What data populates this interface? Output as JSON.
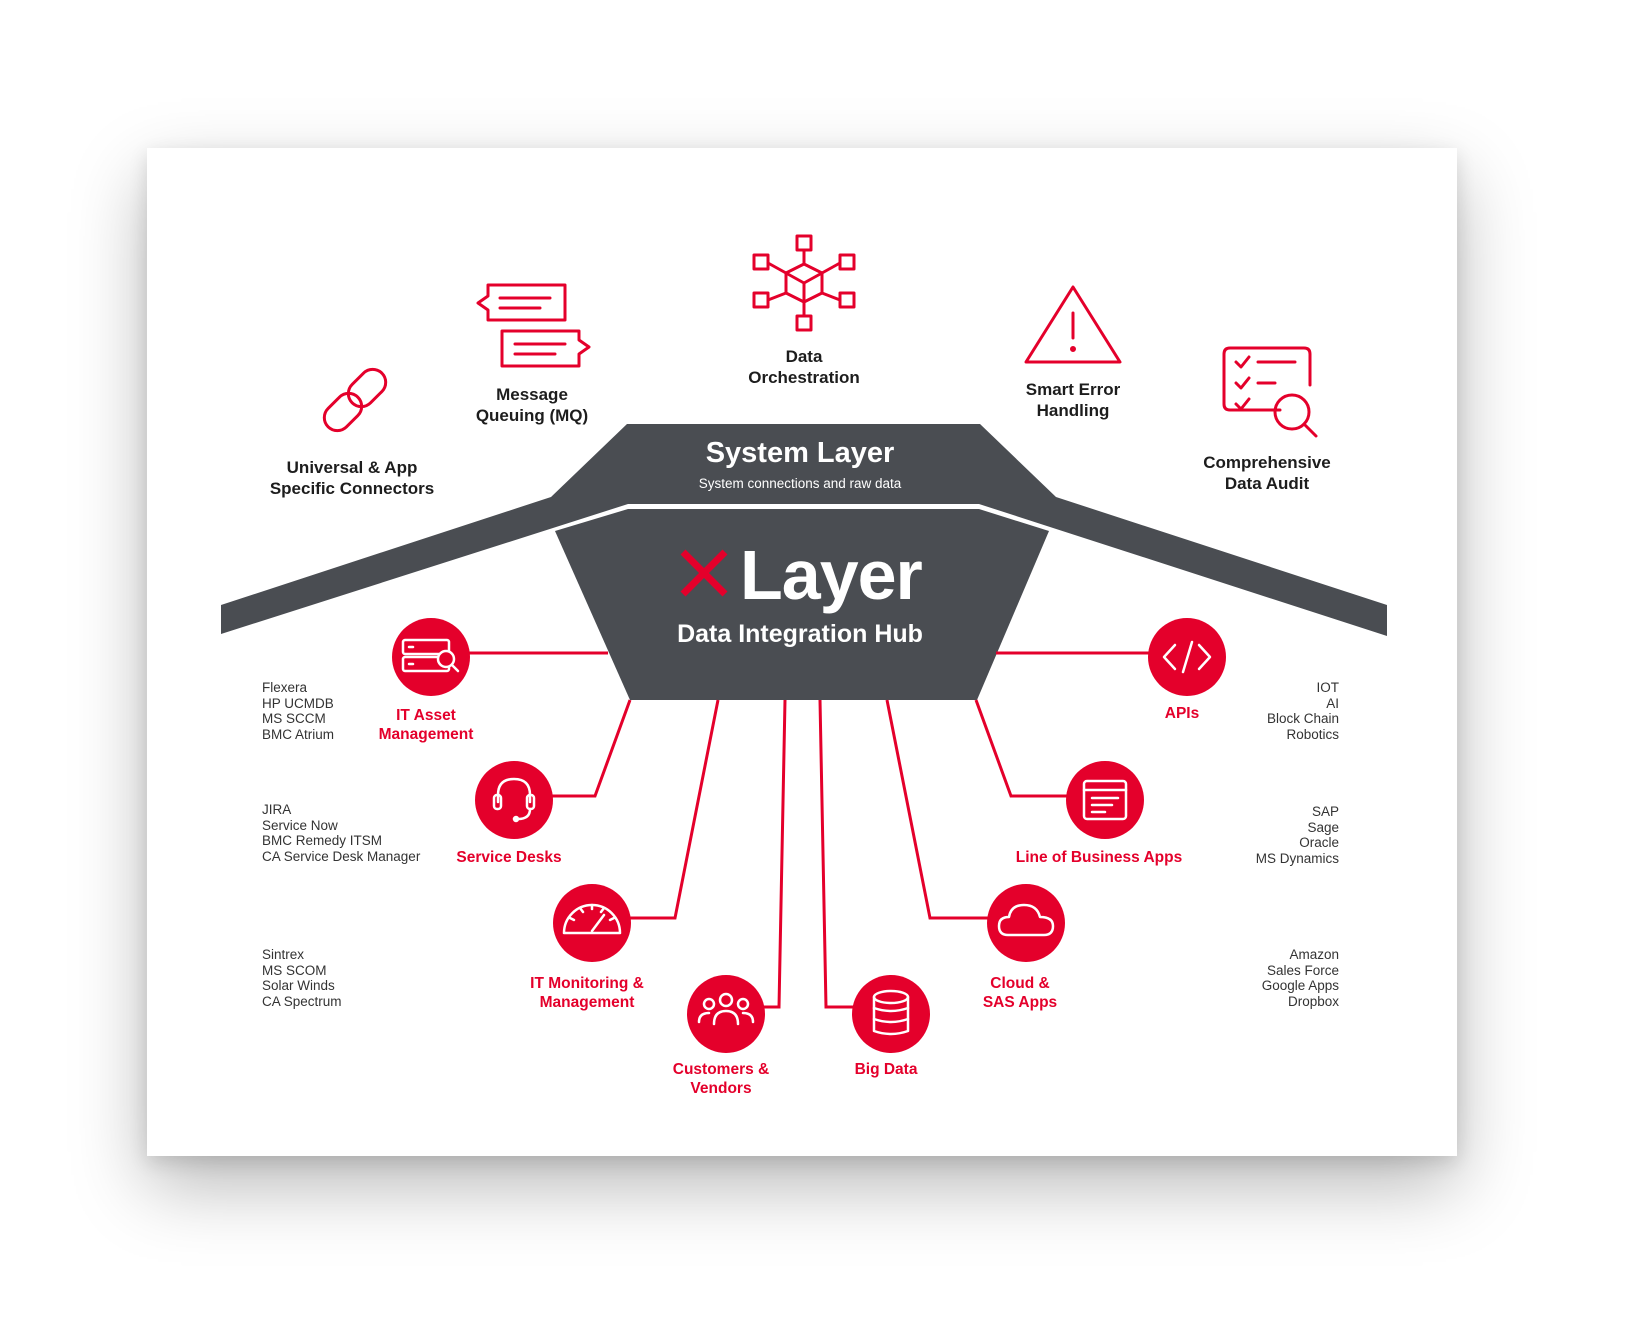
{
  "features": {
    "connectors": "Universal & App\nSpecific Connectors",
    "mq": "Message\nQueuing (MQ)",
    "orchestration": "Data\nOrchestration",
    "error": "Smart Error\nHandling",
    "audit": "Comprehensive\nData Audit"
  },
  "system_layer": {
    "title": "System Layer",
    "subtitle": "System connections and raw data"
  },
  "hub": {
    "brand": "Layer",
    "subtitle": "Data Integration Hub"
  },
  "nodes": {
    "it_asset": "IT Asset\nManagement",
    "service_desks": "Service Desks",
    "it_monitoring": "IT Monitoring &\nManagement",
    "customers": "Customers &\nVendors",
    "big_data": "Big Data",
    "cloud": "Cloud &\nSAS Apps",
    "lob": "Line of Business Apps",
    "apis": "APIs"
  },
  "vendors": {
    "it_asset": "Flexera\nHP UCMDB\nMS SCCM\nBMC Atrium",
    "service_desks": "JIRA\nService Now\nBMC Remedy ITSM\nCA Service Desk Manager",
    "it_monitoring": "Sintrex\nMS SCOM\nSolar Winds\nCA Spectrum",
    "apis": "IOT\nAI\nBlock Chain\nRobotics",
    "lob": "SAP\nSage\nOracle\nMS Dynamics",
    "cloud": "Amazon\nSales Force\nGoogle Apps\nDropbox"
  },
  "colors": {
    "accent": "#e4002b",
    "dark": "#4a4d52"
  }
}
